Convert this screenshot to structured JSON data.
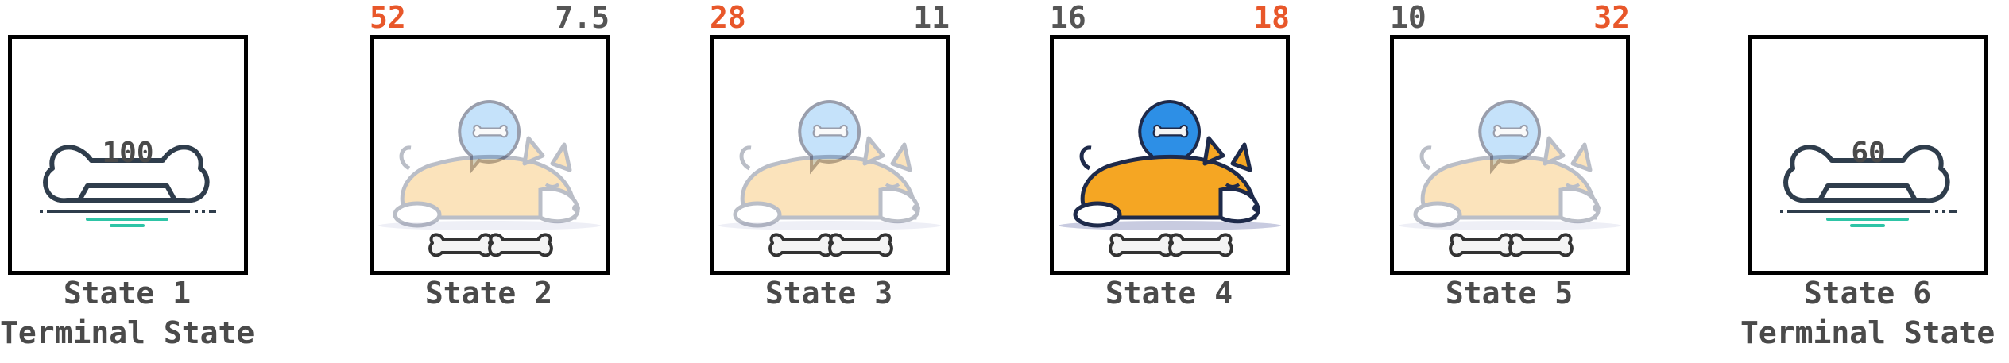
{
  "colors": {
    "border": "#000000",
    "label_text": "#4a4a4a",
    "highlight_value": "#e8572a",
    "normal_value": "#555555",
    "dog_orange": "#f5a623",
    "dog_outline": "#1e2a4a",
    "bubble_blue": "#2d8fe6",
    "bone_outline": "#2f3d4c",
    "bone_shadow": "#2ec4a6"
  },
  "states": [
    {
      "id": "s1",
      "label": "State 1",
      "sublabel": "Terminal State",
      "terminal": true,
      "reward": "100"
    },
    {
      "id": "s2",
      "label": "State 2",
      "sublabel": "",
      "terminal": false,
      "left_value": "52",
      "right_value": "7.5",
      "highlight": "left",
      "active": false
    },
    {
      "id": "s3",
      "label": "State 3",
      "sublabel": "",
      "terminal": false,
      "left_value": "28",
      "right_value": "11",
      "highlight": "left",
      "active": false
    },
    {
      "id": "s4",
      "label": "State 4",
      "sublabel": "",
      "terminal": false,
      "left_value": "16",
      "right_value": "18",
      "highlight": "right",
      "active": true
    },
    {
      "id": "s5",
      "label": "State 5",
      "sublabel": "",
      "terminal": false,
      "left_value": "10",
      "right_value": "32",
      "highlight": "right",
      "active": false
    },
    {
      "id": "s6",
      "label": "State 6",
      "sublabel": "Terminal State",
      "terminal": true,
      "reward": "60"
    }
  ]
}
